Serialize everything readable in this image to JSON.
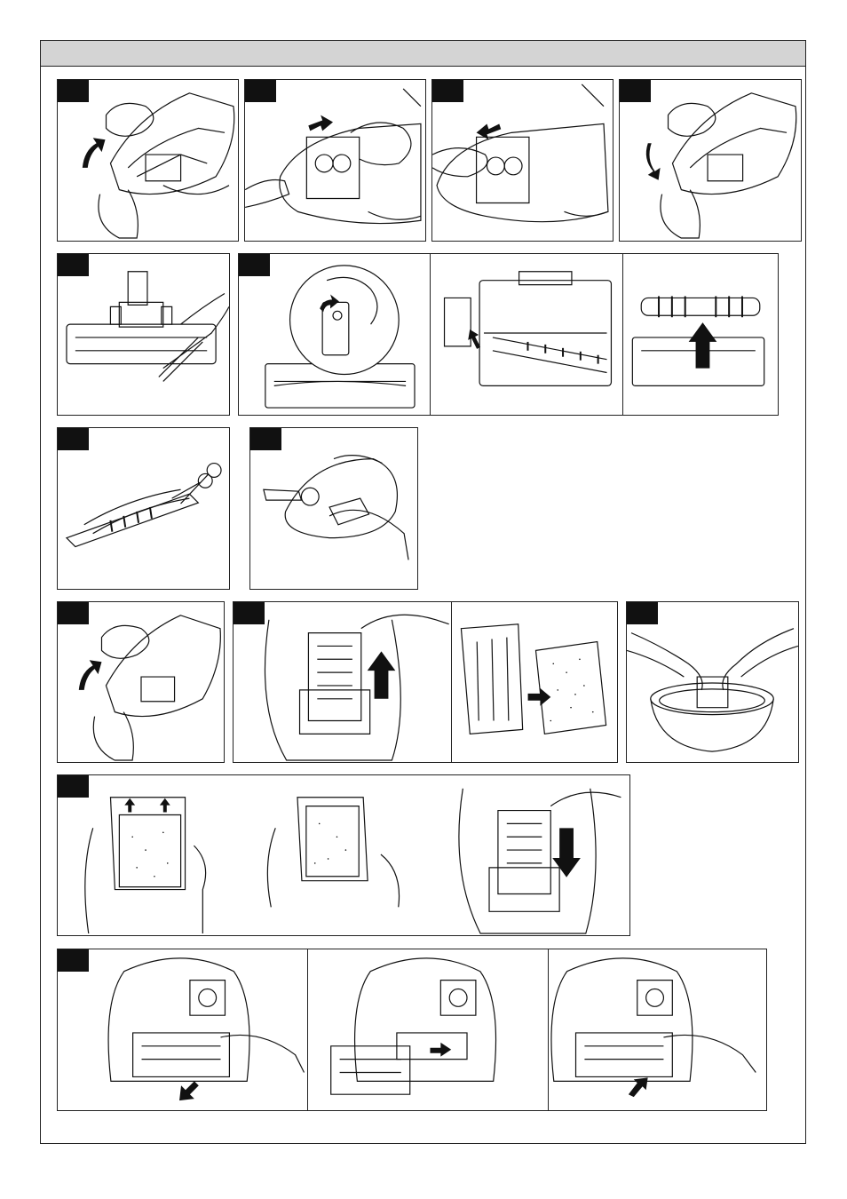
{
  "page": {
    "header_text": "",
    "background": "#ffffff",
    "header_color": "#d4d4d4",
    "badge_color": "#111111"
  },
  "rows": [
    {
      "name": "row-1",
      "panels": [
        {
          "id": "p1",
          "badge": true,
          "scene": "lift-cover",
          "icon": "curved-arrow-up-icon"
        },
        {
          "id": "p2",
          "badge": true,
          "scene": "insert-bag",
          "icon": "arrow-right-icon"
        },
        {
          "id": "p3",
          "badge": true,
          "scene": "remove-bag",
          "icon": "arrow-left-icon"
        },
        {
          "id": "p4",
          "badge": true,
          "scene": "close-cover",
          "icon": "curved-arrow-down-icon"
        }
      ]
    },
    {
      "name": "row-2",
      "panels": [
        {
          "id": "p5",
          "badge": true,
          "scene": "turbo-brush-clean",
          "icon": "scissors-icon"
        },
        {
          "id": "p6",
          "badge": true,
          "scene": "brush-latch-open",
          "icon": "curved-arrow-icon"
        },
        {
          "id": "p7",
          "badge": false,
          "scene": "brush-roll-release",
          "icon": "arrow-up-icon"
        },
        {
          "id": "p8",
          "badge": false,
          "scene": "brush-roll-lift",
          "icon": "arrow-up-icon"
        }
      ]
    },
    {
      "name": "row-3",
      "panels": [
        {
          "id": "p9",
          "badge": true,
          "scene": "cut-hair-from-brush",
          "icon": "scissors-icon"
        },
        {
          "id": "p10",
          "badge": true,
          "scene": "wipe-body",
          "icon": "cloth-icon"
        }
      ]
    },
    {
      "name": "row-4",
      "panels": [
        {
          "id": "p11",
          "badge": true,
          "scene": "lift-cover",
          "icon": "curved-arrow-up-icon"
        },
        {
          "id": "p12",
          "badge": true,
          "scene": "pull-filter",
          "icon": "arrow-up-icon"
        },
        {
          "id": "p13",
          "badge": false,
          "scene": "separate-filter",
          "icon": "arrow-right-icon"
        },
        {
          "id": "p14",
          "badge": true,
          "scene": "wash-filter",
          "icon": "bowl-icon"
        }
      ]
    },
    {
      "name": "row-5",
      "panels": [
        {
          "id": "p15",
          "badge": true,
          "scene": "fit-filter-front",
          "icon": "arrow-up-icon"
        },
        {
          "id": "p16",
          "badge": false,
          "scene": "fit-filter-back",
          "icon": "filter-icon"
        },
        {
          "id": "p17",
          "badge": false,
          "scene": "insert-filter",
          "icon": "arrow-down-icon"
        }
      ]
    },
    {
      "name": "row-6",
      "panels": [
        {
          "id": "p18",
          "badge": true,
          "scene": "remove-exhaust-grille",
          "icon": "arrow-down-left-icon"
        },
        {
          "id": "p19",
          "badge": false,
          "scene": "remove-exhaust-filter",
          "icon": "arrow-right-icon"
        },
        {
          "id": "p20",
          "badge": false,
          "scene": "refit-exhaust-grille",
          "icon": "arrow-up-right-icon"
        }
      ]
    }
  ]
}
